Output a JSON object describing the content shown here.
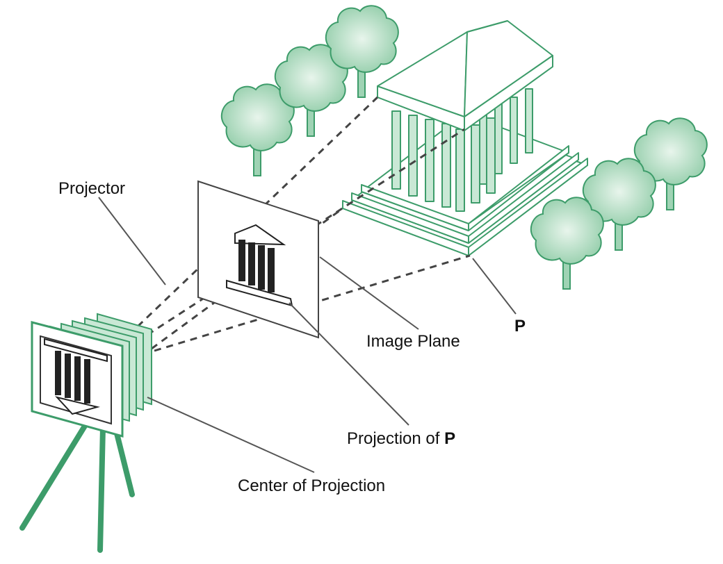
{
  "colors": {
    "green_stroke": "#3d9c6a",
    "green_fill": "#9fd3b4",
    "tree_fill": "#a9d7bc",
    "line": "#555555",
    "dash": "#444444"
  },
  "labels": {
    "projector": "Projector",
    "image_plane": "Image Plane",
    "point_p": "P",
    "projection_of": "Projection of ",
    "projection_of_p": "P",
    "center_of_projection": "Center of Projection"
  },
  "icons": {
    "camera": "camera-on-tripod-icon",
    "temple": "greek-temple-icon",
    "tree": "tree-icon"
  }
}
